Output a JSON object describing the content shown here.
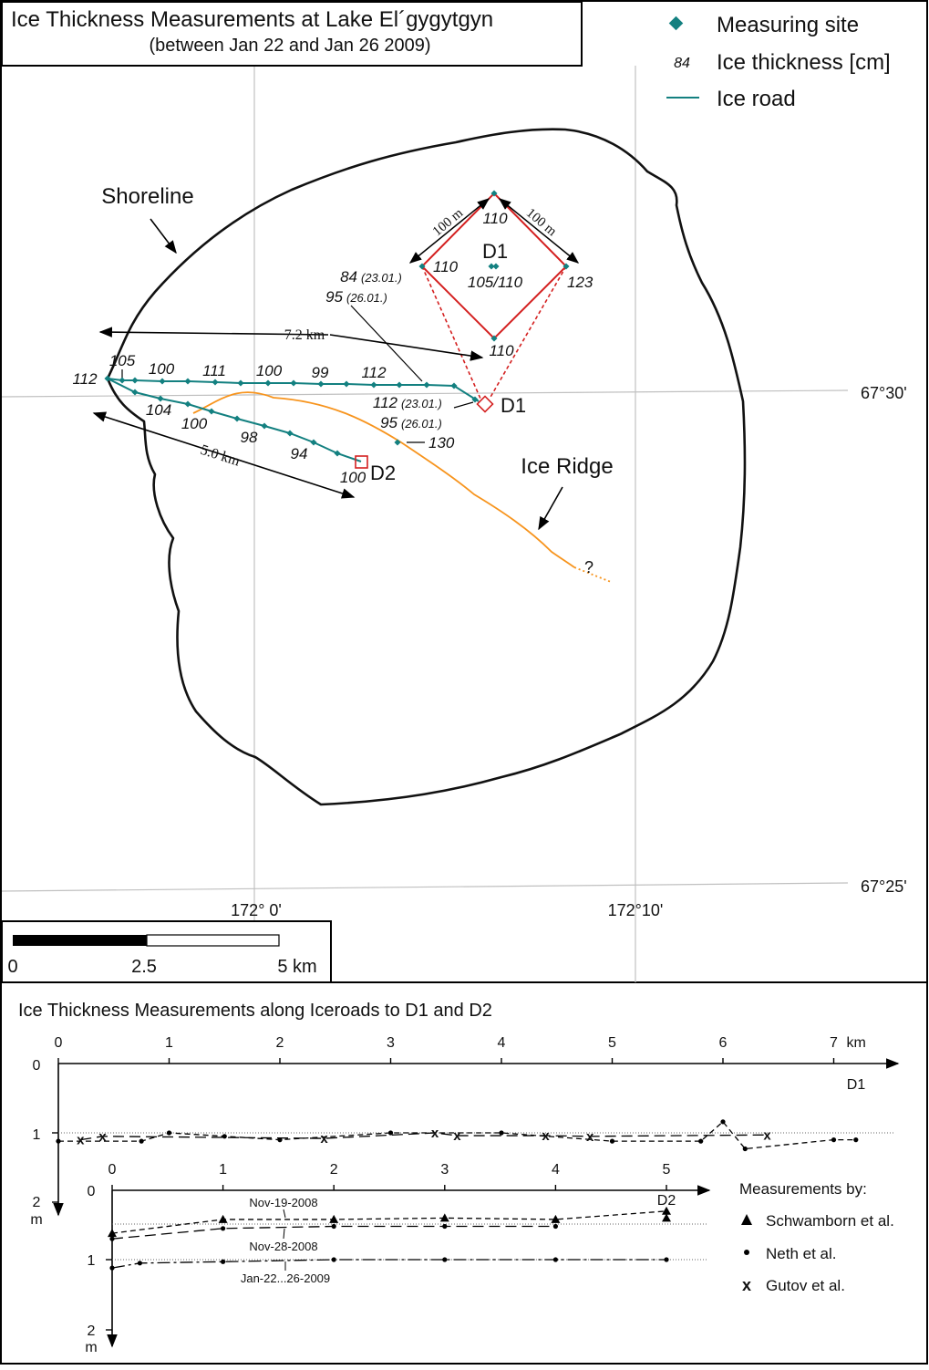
{
  "map": {
    "title_line1": "Ice Thickness Measurements at Lake El´gygytgyn",
    "title_line2": "(between Jan 22 and Jan 26 2009)",
    "legend": {
      "site": "Measuring site",
      "thickness_sample": "84",
      "thickness": "Ice thickness [cm]",
      "road": "Ice road"
    },
    "labels": {
      "shoreline": "Shoreline",
      "ice_ridge": "Ice Ridge",
      "question": "?",
      "dist_72": "7.2 km",
      "dist_50": "5.0 km",
      "d1_small": "D1",
      "d1_map": "D1",
      "d2_map": "D2",
      "dim_left": "100 m",
      "dim_right": "100 m"
    },
    "inset": {
      "top": "110",
      "left": "110",
      "right": "123",
      "bottom": "110",
      "center": "105/110"
    },
    "road_values_north": [
      "112",
      "105",
      "100",
      "111",
      "100",
      "99",
      "112"
    ],
    "road_values_south": [
      "104",
      "100",
      "98",
      "94",
      "100"
    ],
    "notes": {
      "n1_val": "84",
      "n1_date": "(23.01.)",
      "n2_val": "95",
      "n2_date": "(26.01.)",
      "n3_val": "112",
      "n3_date": "(23.01.)",
      "n4_val": "95",
      "n4_date": "(26.01.)",
      "n5": "130"
    },
    "coords": {
      "lat_30": "67°30'",
      "lat_25": "67°25'",
      "lon_0": "172° 0'",
      "lon_10": "172°10'"
    },
    "scale": {
      "v0": "0",
      "v25": "2.5",
      "v5": "5 km"
    }
  },
  "profile": {
    "title": "Ice Thickness Measurements along Iceroads to D1 and D2",
    "d1_label": "D1",
    "d2_label": "D2",
    "y_labels_top": [
      "0",
      "1",
      "2",
      "m"
    ],
    "y_labels_bottom": [
      "0",
      "1",
      "2",
      "m"
    ],
    "dates": [
      "Nov-19-2008",
      "Nov-28-2008",
      "Jan-22...26-2009"
    ],
    "legend_title": "Measurements by:",
    "legend_items": [
      "Schwamborn et al.",
      "Neth et al.",
      "Gutov et al."
    ]
  },
  "chart_data": [
    {
      "type": "line",
      "title": "Ice Thickness Measurements along Iceroads to D1 and D2",
      "xlabel": "km",
      "ylabel": "m",
      "x_ticks": [
        "0",
        "1",
        "2",
        "3",
        "4",
        "5",
        "6",
        "7"
      ],
      "xlim": [
        0,
        7.5
      ],
      "ylim": [
        0,
        2
      ],
      "series": [
        {
          "name": "Neth et al.",
          "marker": "dot",
          "x": [
            0.0,
            0.75,
            1.0,
            1.5,
            2.0,
            3.0,
            4.0,
            5.0,
            5.8,
            6.0,
            6.2,
            7.0,
            7.2
          ],
          "y": [
            1.12,
            1.12,
            1.0,
            1.05,
            1.1,
            1.0,
            1.0,
            1.12,
            1.12,
            0.84,
            1.23,
            1.1,
            1.1
          ]
        },
        {
          "name": "Gutov et al.",
          "marker": "x",
          "x": [
            0.2,
            0.4,
            2.4,
            3.4,
            3.6,
            4.4,
            4.8,
            6.4
          ],
          "y": [
            1.1,
            1.05,
            1.08,
            1.0,
            1.04,
            1.04,
            1.05,
            1.03
          ]
        }
      ]
    },
    {
      "type": "line",
      "xlabel": "",
      "ylabel": "m",
      "x_ticks": [
        "0",
        "1",
        "2",
        "3",
        "4",
        "5"
      ],
      "xlim": [
        0,
        5.5
      ],
      "ylim": [
        0,
        2
      ],
      "series": [
        {
          "name": "Schwamborn et al.",
          "marker": "triangle",
          "x": [
            0,
            1,
            2,
            3,
            4,
            5,
            5.0
          ],
          "y": [
            0.62,
            0.42,
            0.42,
            0.4,
            0.42,
            0.3,
            0.4
          ]
        },
        {
          "name": "Neth et al.",
          "marker": "dot",
          "x": [
            0,
            1,
            2,
            3,
            4
          ],
          "y": [
            0.7,
            0.55,
            0.52,
            0.52,
            0.52
          ]
        },
        {
          "name": "Neth et al.",
          "marker": "dot",
          "x": [
            0,
            0.25,
            1,
            2,
            3,
            4,
            5
          ],
          "y": [
            1.12,
            1.05,
            1.03,
            1.0,
            1.0,
            1.0,
            1.0
          ]
        }
      ]
    }
  ]
}
